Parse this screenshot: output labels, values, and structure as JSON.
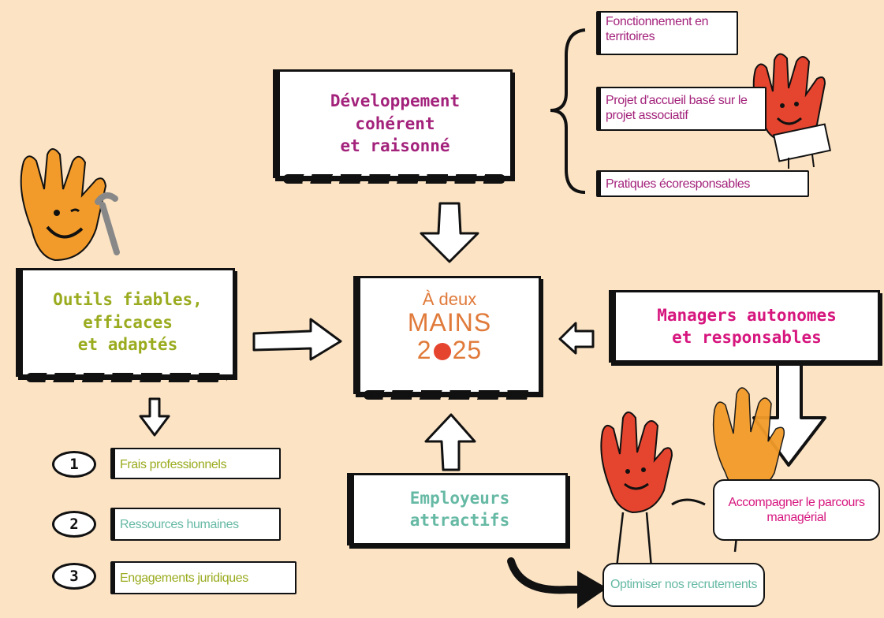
{
  "central": {
    "line1": "À deux",
    "line2": "MAINS",
    "line3_a": "2",
    "line3_b": "25"
  },
  "developpement": {
    "l1": "Développement",
    "l2": "cohérent",
    "l3": "et raisonné"
  },
  "developpement_items": [
    {
      "label": "Fonctionnement en territoires"
    },
    {
      "label": "Projet d'accueil basé sur le projet associatif"
    },
    {
      "label": "Pratiques écoresponsables"
    }
  ],
  "outils": {
    "l1": "Outils fiables,",
    "l2": "efficaces",
    "l3": "et adaptés"
  },
  "outils_items": [
    {
      "num": "1",
      "label": "Frais professionnels"
    },
    {
      "num": "2",
      "label": "Ressources humaines"
    },
    {
      "num": "3",
      "label": "Engagements juridiques"
    }
  ],
  "managers": {
    "l1": "Managers autonomes",
    "l2": "et responsables"
  },
  "managers_item": {
    "label": "Accompagner le parcours managérial"
  },
  "employeurs": {
    "l1": "Employeurs",
    "l2": "attractifs"
  },
  "employeurs_item": {
    "label": "Optimiser nos recrutements"
  },
  "colors": {
    "background": "#fbe3c4",
    "purple": "#a3227b",
    "olive": "#9aab1e",
    "magenta": "#d6167e",
    "teal": "#66b9a4",
    "logo_orange": "#e07a3a",
    "hand_red": "#e5452f",
    "hand_orange": "#f29b2a"
  }
}
